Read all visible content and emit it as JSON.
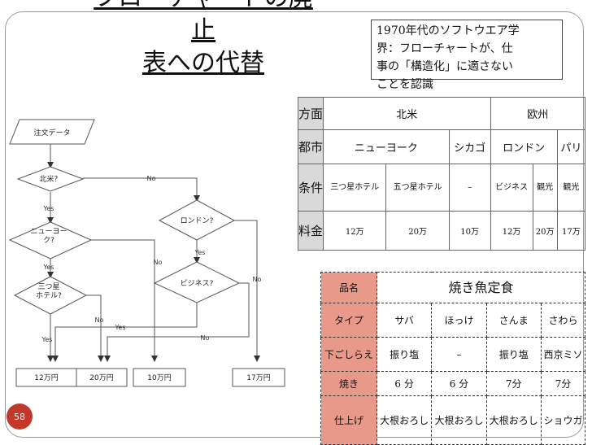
{
  "slide": {
    "title_lines": [
      "フローチャートの廃",
      "止",
      "表への代替"
    ],
    "callout": [
      "1970年代のソフトウエア学",
      "界：フローチャートが、仕",
      "事の「構造化」に適さない",
      "ことを認識"
    ],
    "page_number": "58"
  },
  "flowchart": {
    "start": "注文データ",
    "d_na": "北米？",
    "d_ny": "ニューヨー\nク?",
    "d_3star": "三つ星\nホテル?",
    "d_london": "ロンドン?",
    "d_business": "ビジネス?",
    "yes": "Yes",
    "no": "No",
    "outputs": [
      "12万円",
      "20万円",
      "10万円",
      "17万円"
    ]
  },
  "table1": {
    "row_head_1": "方面",
    "row_head_2": "都市",
    "row_head_3": "条件",
    "row_head_4": "料金",
    "regions": [
      "北米",
      "欧州"
    ],
    "cities": [
      "ニューヨーク",
      "シカゴ",
      "ロンドン",
      "パリ"
    ],
    "conditions": [
      "三つ星ホテル",
      "五つ星ホテル",
      "–",
      "ビジネス",
      "観光",
      "観光"
    ],
    "prices": [
      "12万",
      "20万",
      "10万",
      "12万",
      "20万",
      "17万"
    ]
  },
  "table2": {
    "h_name": "品名",
    "name_val": "焼き魚定食",
    "h_type": "タイプ",
    "types": [
      "サバ",
      "ほっけ",
      "さんま",
      "さわら"
    ],
    "h_prep": "下ごしらえ",
    "preps": [
      "振り塩",
      "–",
      "振り塩",
      "西京ミソ"
    ],
    "h_grill": "焼き",
    "grills": [
      "6 分",
      "6 分",
      "7分",
      "7分"
    ],
    "h_finish": "仕上げ",
    "finishes": [
      "大根おろし",
      "大根おろし",
      "大根おろし",
      "ショウガ"
    ]
  },
  "colors": {
    "header_gray": "#d9d9d9",
    "header_salmon": "#e8998a",
    "badge_red": "#c0392b"
  }
}
